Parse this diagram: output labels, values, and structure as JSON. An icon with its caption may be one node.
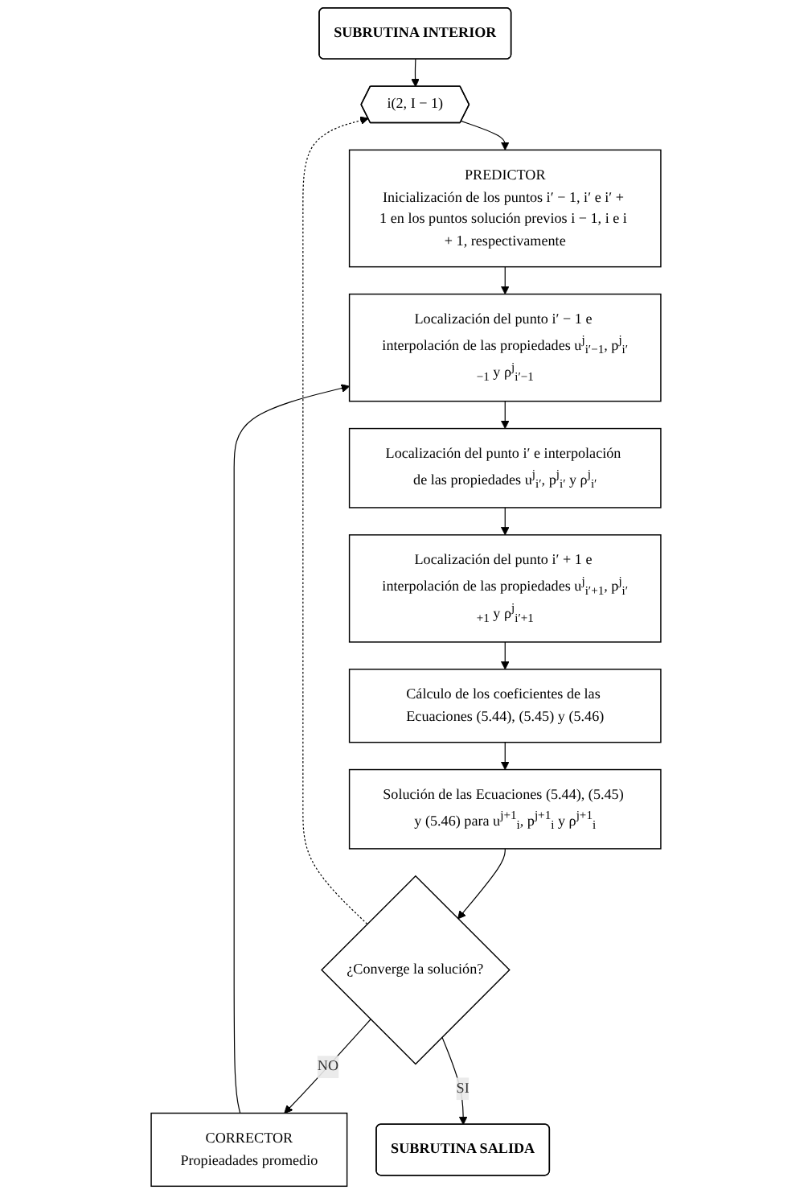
{
  "diagram": {
    "nodes": [
      {
        "text": [
          "SUBRUTINA INTERIOR"
        ]
      },
      {
        "text": [
          "i(2, I − 1)"
        ]
      },
      {
        "text": [
          "PREDICTOR",
          "Inicialización de los puntos i′ − 1, i′ e i′ + 1 en los puntos solución previos i − 1, i e i + 1, respectivamente"
        ]
      },
      {
        "text": [
          "Localización del punto i′ − 1 e interpolación de las propiedades u$^{j}$$_{i′−1}$, p$^{j}$$_{i′−1}$ y ρ$^{j}$$_{i′−1}$"
        ]
      },
      {
        "text": [
          "Localización del punto i′ e interpolación de las propiedades u$^{j}$$_{i′}$, p$^{j}$$_{i′}$ y ρ$^{j}$$_{i′}$"
        ]
      },
      {
        "text": [
          "Localización del punto i′ + 1 e interpolación de las propiedades u$^{j}$$_{i′+1}$, p$^{j}$$_{i′+1}$ y ρ$^{j}$$_{i′+1}$"
        ]
      },
      {
        "text": [
          "Cálculo de los coeficientes de las Ecuaciones (5.44), (5.45) y (5.46)"
        ]
      },
      {
        "text": [
          "Solución de las Ecuaciones (5.44), (5.45) y (5.46) para u$^{j+1}$$_{i}$, p$^{j+1}$$_{i}$ y ρ$^{j+1}$$_{i}$"
        ]
      },
      {
        "text": [
          "¿Converge la solución?"
        ]
      },
      {
        "text": [
          "CORRECTOR",
          "Propieadades promedio"
        ]
      },
      {
        "text": [
          "SUBRUTINA SALIDA"
        ]
      }
    ],
    "edges": [
      {
        "from": 0,
        "to": 1,
        "arrow": "to"
      },
      {
        "from": 1,
        "to": 2,
        "arrow": "to"
      },
      {
        "from": 2,
        "to": 3,
        "arrow": "to"
      },
      {
        "from": 3,
        "to": 4,
        "arrow": "to"
      },
      {
        "from": 4,
        "to": 5,
        "arrow": "to"
      },
      {
        "from": 5,
        "to": 6,
        "arrow": "to"
      },
      {
        "from": 6,
        "to": 7,
        "arrow": "to"
      },
      {
        "from": 7,
        "to": 8,
        "arrow": "to"
      },
      {
        "from": 8,
        "to": 9,
        "arrow": "to",
        "label": "NO"
      },
      {
        "from": 9,
        "to": 3,
        "arrow": "to"
      },
      {
        "from": 8,
        "to": 10,
        "arrow": "to",
        "label": "SI"
      },
      {
        "from": 8,
        "to": 1,
        "arrow": "to",
        "style": "dashed"
      }
    ]
  }
}
